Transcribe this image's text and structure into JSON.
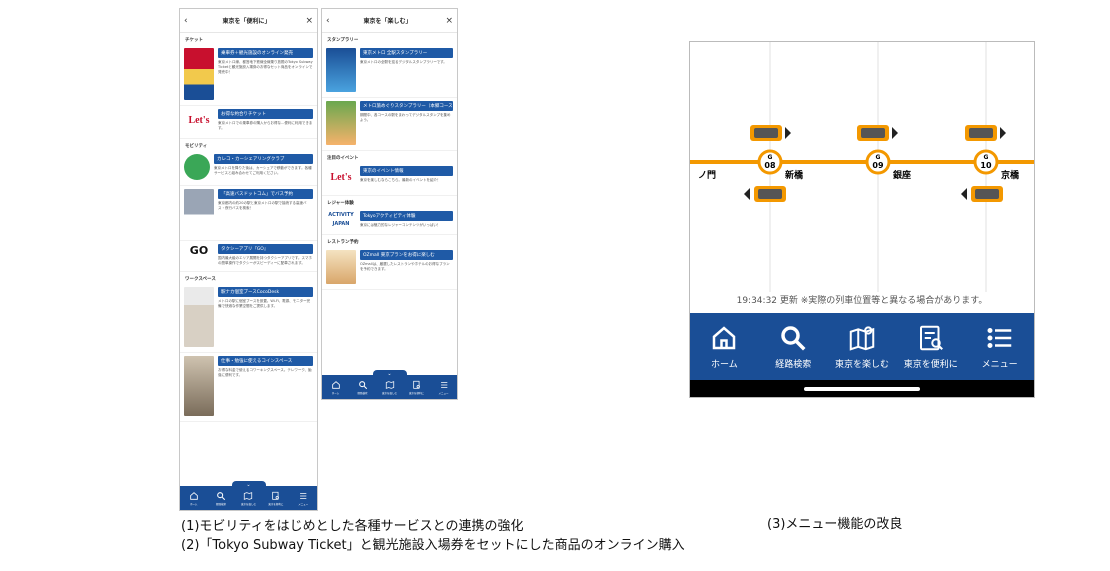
{
  "phone1": {
    "title": "東京を「便利に」",
    "sections": [
      {
        "title": "チケット",
        "items": [
          {
            "title": "乗車券＋観光施設のオンライン発売",
            "desc": "東京メトロ線、都営地下鉄線全線乗り放題のTokyo Subway Ticketと観光施設入場券のお得なセット商品をオンラインで発売中！"
          },
          {
            "title": "お得な約合りチケット",
            "desc": "東京メトロでの乗車券の購入からお得な...便利に利用できます。"
          }
        ]
      },
      {
        "title": "モビリティ",
        "items": [
          {
            "title": "カレコ・カーシェアリングクラブ",
            "desc": "東京メトロを降りた後は、カーシェアで移動ができます。各種サービスと組み合わせてご利用ください。"
          },
          {
            "title": "「高速バスドットコム」でバス予約",
            "desc": "東京都内の約20の駅と東京メトロの駅で接続する高速バス・夜行バスを検索！"
          },
          {
            "title": "タクシーアプリ『GO』",
            "desc": "国内最大級のエリア展開を持つタクシーアプリです。スマホの簡単操作でタクシーがスピーディーに配車されます。"
          }
        ]
      },
      {
        "title": "ワークスペース",
        "items": [
          {
            "title": "駅ナカ個室ブースCocoDesk",
            "desc": "メトロの駅に個室ブースを設置。Wi-Fi、電源、モニター完備で快適な作業空間をご提供します。"
          },
          {
            "title": "仕事・勉強に使えるコインスペース",
            "desc": "お得な料金で使えるコワーキングスペース。テレワーク、勉強に便利です。"
          }
        ]
      }
    ]
  },
  "phone2": {
    "title": "東京を「楽しむ」",
    "sections": [
      {
        "title": "スタンプラリー",
        "items": [
          {
            "title": "東京メトロ 全駅スタンプラリー",
            "desc": "東京メトロの全駅を巡るデジタルスタンプラリーです。"
          },
          {
            "title": "メトロ旅めぐりスタンプラリー（本郷コース・銀座コース）",
            "desc": "期間中、各コースの駅をまわってデジタルスタンプを集めよう。"
          }
        ]
      },
      {
        "title": "注目のイベント",
        "items": [
          {
            "title": "東京のイベント情報",
            "desc": "東京を楽しむならこちら。最新のイベントを紹介！"
          }
        ]
      },
      {
        "title": "レジャー体験",
        "items": [
          {
            "title": "Tokyoアクティビティ体験",
            "desc": "東京には魅力的なレジャーコンテンツがいっぱい！"
          }
        ]
      },
      {
        "title": "レストラン予約",
        "items": [
          {
            "title": "OZmall 東京プランをお得に楽しむ",
            "desc": "OZmallは、厳選したレストランやホテルのお得なプランを予約できます。"
          }
        ]
      }
    ]
  },
  "small_nav": [
    "ホーム",
    "経路検索",
    "東京を楽しむ",
    "東京を便利に",
    "メニュー"
  ],
  "phone3": {
    "stations": [
      {
        "num": "08",
        "name": "新橋"
      },
      {
        "num": "09",
        "name": "銀座"
      },
      {
        "num": "10",
        "name": "京橋"
      }
    ],
    "prev_station": "ノ門",
    "station_line": "G",
    "update_text": "19:34:32 更新 ※実際の列車位置等と異なる場合があります。",
    "nav": [
      "ホーム",
      "経路検索",
      "東京を楽しむ",
      "東京を便利に",
      "メニュー"
    ]
  },
  "captions": {
    "line1": "(1)モビリティをはじめとした各種サービスとの連携の強化",
    "line2": "(2)「Tokyo Subway Ticket」と観光施設入場券をセットにした商品のオンライン購入",
    "line3": "(3)メニュー機能の改良"
  },
  "colors": {
    "accent": "#1a4e96",
    "line": "#f39800"
  }
}
